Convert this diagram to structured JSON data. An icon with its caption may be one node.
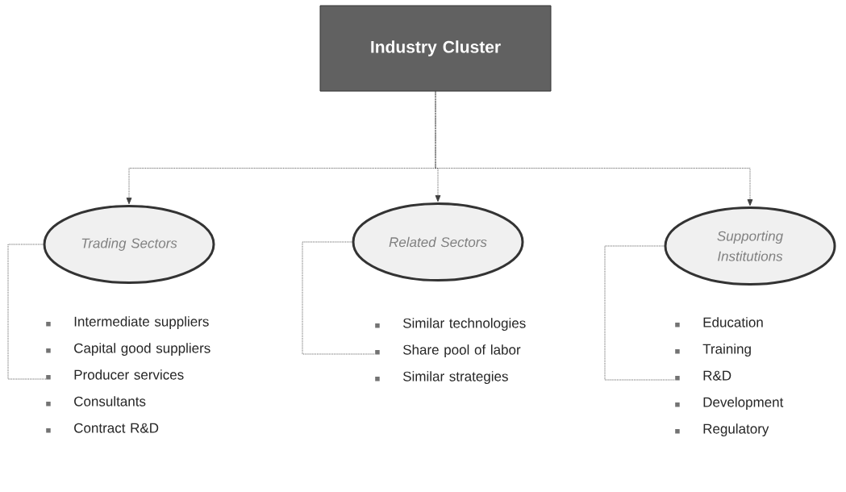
{
  "diagram": {
    "nodes": [
      {
        "text": [
          "Industry Cluster"
        ]
      },
      {
        "text": [
          "Trading Sectors"
        ]
      },
      {
        "text": [
          "Related Sectors"
        ]
      },
      {
        "text": [
          "Supporting Institutions"
        ]
      },
      {
        "text": [
          "Intermediate suppliers",
          "Capital good suppliers",
          "Producer services",
          "Consultants",
          "Contract R&D"
        ]
      },
      {
        "text": [
          "Similar technologies",
          "Share pool of labor",
          "Similar strategies"
        ]
      },
      {
        "text": [
          "Education",
          "Training",
          "R&D",
          "Development",
          "Regulatory"
        ]
      }
    ],
    "edges": [
      {
        "from": 0,
        "to": 1,
        "arrow": "to"
      },
      {
        "from": 0,
        "to": 2,
        "arrow": "to"
      },
      {
        "from": 0,
        "to": 3,
        "arrow": "to"
      },
      {
        "from": 1,
        "to": 4,
        "arrow": "none"
      },
      {
        "from": 2,
        "to": 5,
        "arrow": "none"
      },
      {
        "from": 3,
        "to": 6,
        "arrow": "none"
      }
    ]
  }
}
